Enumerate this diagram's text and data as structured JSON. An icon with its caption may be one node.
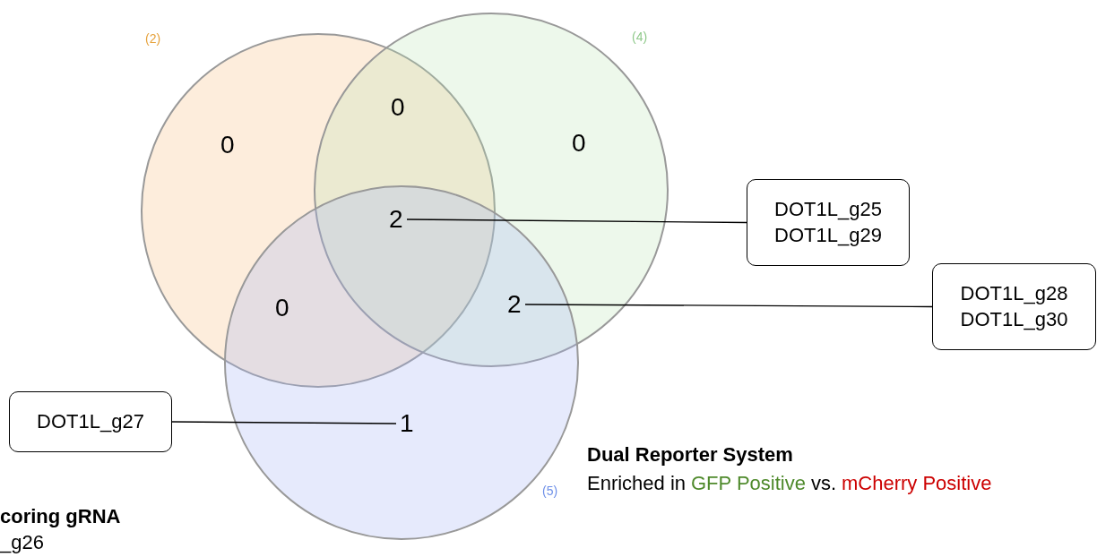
{
  "diagram": {
    "nodes": [
      {
        "text": [
          "DOT1L_g25 DOT1L_g29"
        ]
      },
      {
        "text": [
          "2"
        ]
      },
      {
        "text": [
          "DOT1L_g28 DOT1L_g30"
        ]
      },
      {
        "text": [
          "2"
        ]
      },
      {
        "text": [
          "DOT1L_g27"
        ]
      },
      {
        "text": [
          "1"
        ]
      }
    ],
    "edges": [
      {
        "from": 0,
        "to": 1,
        "arrow": "none"
      },
      {
        "from": 2,
        "to": 3,
        "arrow": "none"
      },
      {
        "from": 4,
        "to": 5,
        "arrow": "none"
      }
    ],
    "labels": [
      "(2)",
      "(4)",
      "0",
      "0",
      "0",
      "0",
      "(5)",
      "Dual Reporter System",
      "Enriched in",
      "GFP Positive",
      "vs.",
      "mCherry Positive",
      "coring gRNA",
      "_g26"
    ]
  }
}
